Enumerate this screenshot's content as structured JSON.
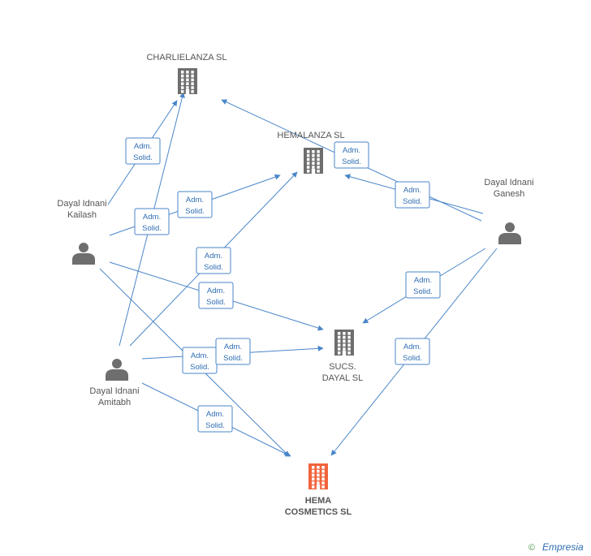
{
  "nodes": [
    {
      "id": "charlielanza",
      "type": "company",
      "lines": [
        "CHARLIELANZA SL"
      ],
      "color": "#6e6e6e",
      "focus": false
    },
    {
      "id": "hemalanza",
      "type": "company",
      "lines": [
        "HEMALANZA SL"
      ],
      "color": "#6e6e6e",
      "focus": false
    },
    {
      "id": "sucs",
      "type": "company",
      "lines": [
        "SUCS.",
        "DAYAL SL"
      ],
      "color": "#6e6e6e",
      "focus": false
    },
    {
      "id": "hema",
      "type": "company",
      "lines": [
        "HEMA",
        "COSMETICS SL"
      ],
      "color": "#f0643c",
      "focus": true
    },
    {
      "id": "kailash",
      "type": "person",
      "lines": [
        "Dayal Idnani",
        "Kailash"
      ],
      "color": "#6e6e6e",
      "focus": false
    },
    {
      "id": "amitabh",
      "type": "person",
      "lines": [
        "Dayal Idnani",
        "Amitabh"
      ],
      "color": "#6e6e6e",
      "focus": false
    },
    {
      "id": "ganesh",
      "type": "person",
      "lines": [
        "Dayal Idnani",
        "Ganesh"
      ],
      "color": "#6e6e6e",
      "focus": false
    }
  ],
  "edges": [
    {
      "from": "kailash",
      "to": "charlielanza",
      "role": [
        "Adm.",
        "Solid."
      ]
    },
    {
      "from": "kailash",
      "to": "hemalanza",
      "role": [
        "Adm.",
        "Solid."
      ]
    },
    {
      "from": "kailash",
      "to": "sucs",
      "role": [
        "Adm.",
        "Solid."
      ]
    },
    {
      "from": "kailash",
      "to": "hema",
      "role": [
        "Adm.",
        "Solid."
      ]
    },
    {
      "from": "amitabh",
      "to": "charlielanza",
      "role": [
        "Adm.",
        "Solid."
      ]
    },
    {
      "from": "amitabh",
      "to": "hemalanza",
      "role": [
        "Adm.",
        "Solid."
      ]
    },
    {
      "from": "amitabh",
      "to": "sucs",
      "role": [
        "Adm.",
        "Solid."
      ]
    },
    {
      "from": "amitabh",
      "to": "hema",
      "role": [
        "Adm.",
        "Solid."
      ]
    },
    {
      "from": "ganesh",
      "to": "charlielanza",
      "role": [
        "Adm.",
        "Solid."
      ]
    },
    {
      "from": "ganesh",
      "to": "hemalanza",
      "role": [
        "Adm.",
        "Solid."
      ]
    },
    {
      "from": "ganesh",
      "to": "sucs",
      "role": [
        "Adm.",
        "Solid."
      ]
    },
    {
      "from": "ganesh",
      "to": "hema",
      "role": [
        "Adm.",
        "Solid."
      ]
    }
  ],
  "footer": {
    "copyright": "©",
    "brand": "Empresia"
  },
  "colors": {
    "edge": "#4a86c8",
    "badge_text": "#2f6db3",
    "icon": "#6e6e6e",
    "focus": "#f0643c"
  }
}
